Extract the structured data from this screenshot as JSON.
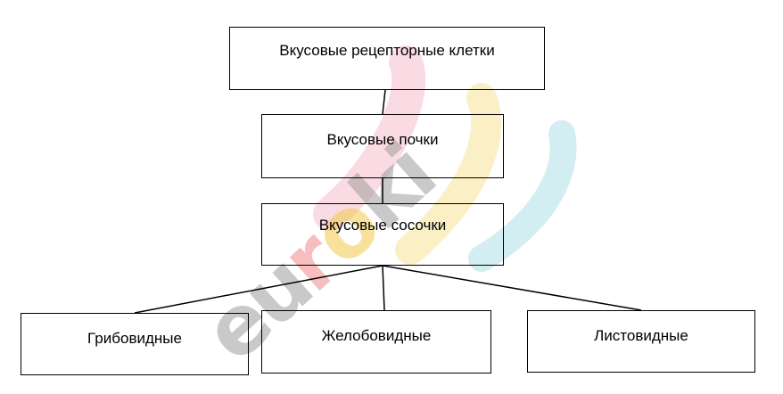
{
  "diagram": {
    "nodes": {
      "receptor_cells": "Вкусовые рецепторные клетки",
      "taste_buds": "Вкусовые почки",
      "papillae": "Вкусовые сосочки",
      "fungiform": "Грибовидные",
      "foliate_groove": "Желобовидные",
      "leaf": "Листовидные"
    },
    "edges": [
      [
        "receptor_cells",
        "taste_buds"
      ],
      [
        "taste_buds",
        "papillae"
      ],
      [
        "papillae",
        "fungiform"
      ],
      [
        "papillae",
        "foliate_groove"
      ],
      [
        "papillae",
        "leaf"
      ]
    ]
  },
  "watermark": {
    "letters": [
      "e",
      "u",
      "r",
      "o",
      "k",
      "i"
    ],
    "colors": [
      "#9e9e9e",
      "#9e9e9e",
      "#f08a8a",
      "#f2c94c",
      "#9e9e9e",
      "#9e9e9e"
    ],
    "arc_colors": [
      "#f6b8c8",
      "#f6e08c",
      "#a8dde6"
    ]
  }
}
